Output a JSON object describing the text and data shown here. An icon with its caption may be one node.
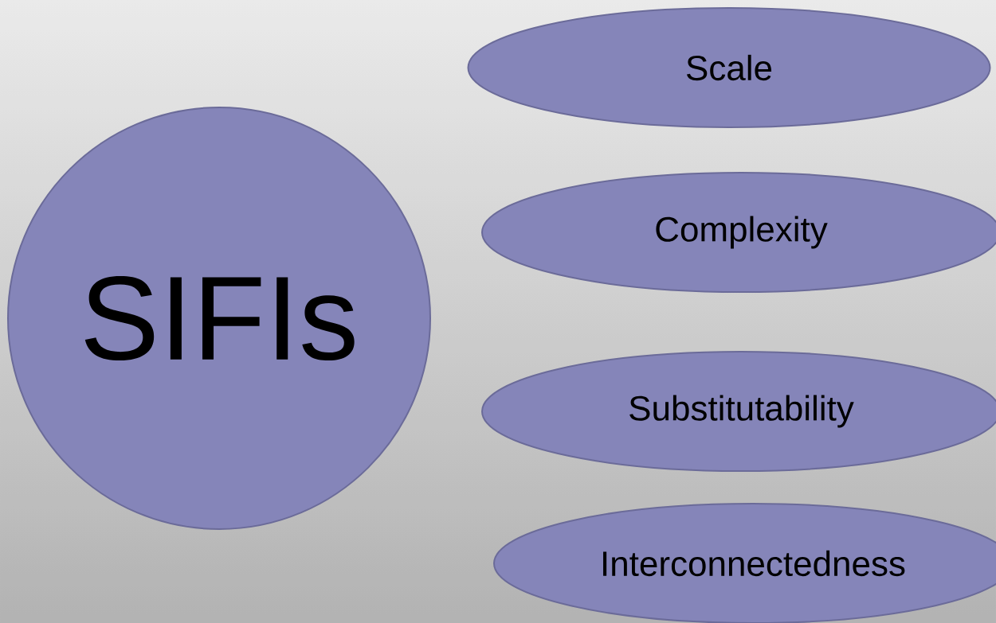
{
  "diagram": {
    "nodes": [
      {
        "text": [
          "SIFIs"
        ]
      },
      {
        "text": [
          "Scale"
        ]
      },
      {
        "text": [
          "Complexity"
        ]
      },
      {
        "text": [
          "Substitutability"
        ]
      },
      {
        "text": [
          "Interconnectedness"
        ]
      }
    ]
  }
}
